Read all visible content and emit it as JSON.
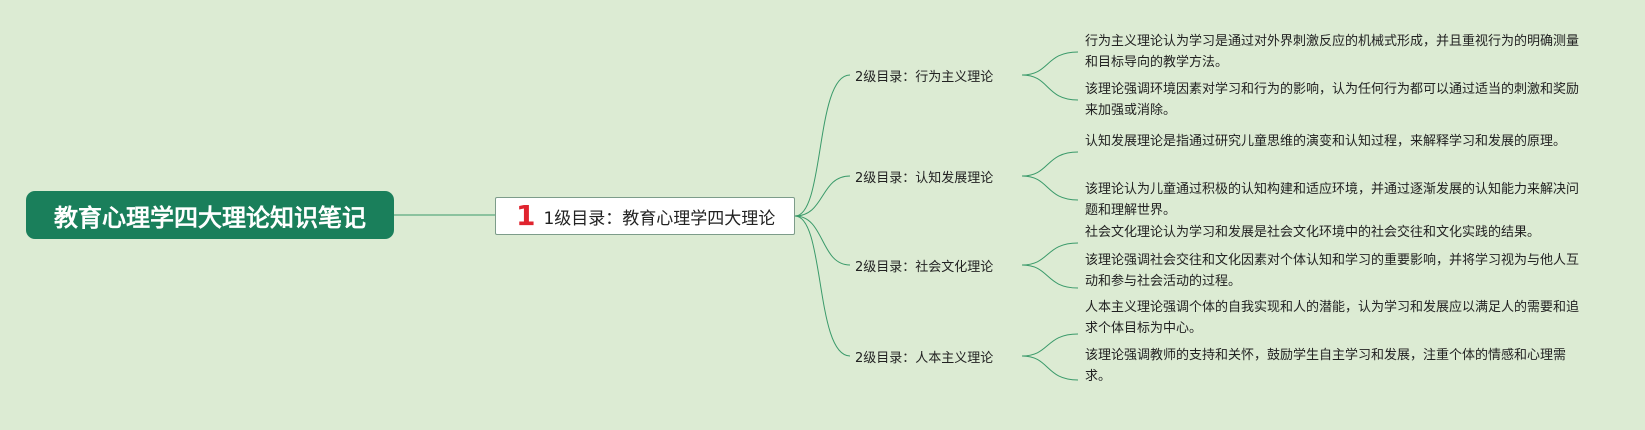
{
  "root": {
    "title": "教育心理学四大理论知识笔记"
  },
  "level1": {
    "badge": "1",
    "label": "1级目录：教育心理学四大理论"
  },
  "branches": [
    {
      "label": "2级目录：行为主义理论",
      "notes": [
        "行为主义理论认为学习是通过对外界刺激反应的机械式形成，并且重视行为的明确测量和目标导向的教学方法。",
        "该理论强调环境因素对学习和行为的影响，认为任何行为都可以通过适当的刺激和奖励来加强或消除。"
      ]
    },
    {
      "label": "2级目录：认知发展理论",
      "notes": [
        "认知发展理论是指通过研究儿童思维的演变和认知过程，来解释学习和发展的原理。",
        "该理论认为儿童通过积极的认知构建和适应环境，并通过逐渐发展的认知能力来解决问题和理解世界。"
      ]
    },
    {
      "label": "2级目录：社会文化理论",
      "notes": [
        "社会文化理论认为学习和发展是社会文化环境中的社会交往和文化实践的结果。",
        "该理论强调社会交往和文化因素对个体认知和学习的重要影响，并将学习视为与他人互动和参与社会活动的过程。"
      ]
    },
    {
      "label": "2级目录：人本主义理论",
      "notes": [
        "人本主义理论强调个体的自我实现和人的潜能，认为学习和发展应以满足人的需要和追求个体目标为中心。",
        "该理论强调教师的支持和关怀，鼓励学生自主学习和发展，注重个体的情感和心理需求。"
      ]
    }
  ],
  "colors": {
    "background": "#dcebd3",
    "root_fill": "#1a7f5b",
    "badge": "#e0242f",
    "link": "#3a9a6a"
  }
}
